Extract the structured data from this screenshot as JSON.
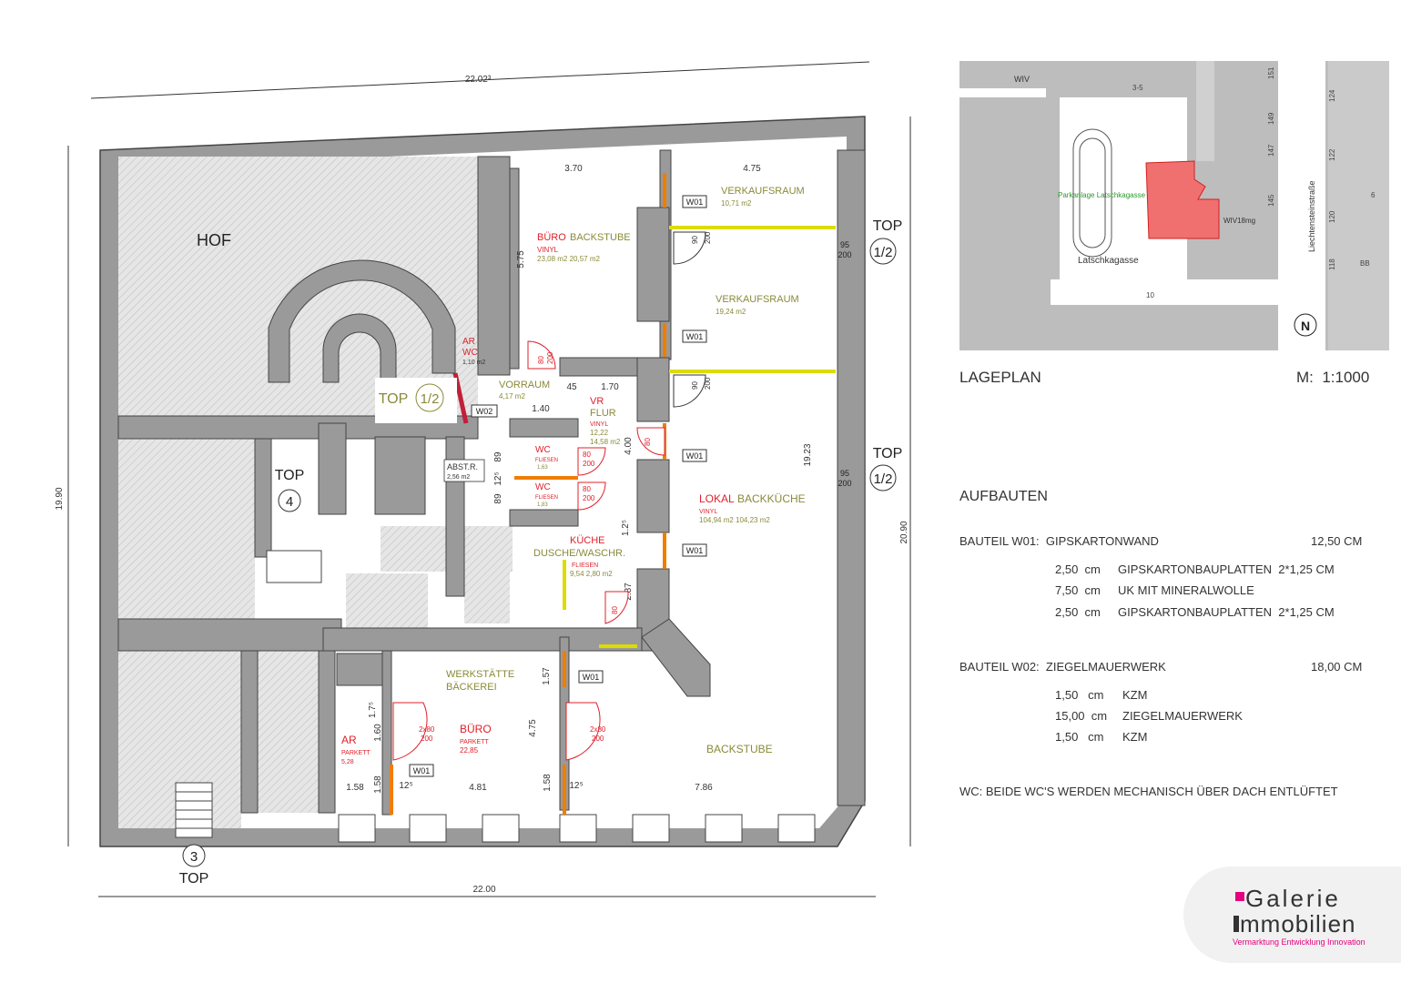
{
  "plan": {
    "dims": {
      "top": "22.02³",
      "bottom": "22.00",
      "left": "19.90",
      "right": "20.90",
      "right_inner": "19.23",
      "d370": "3.70",
      "d475": "4.75",
      "d575": "5.75",
      "d170": "1.70",
      "d140": "1.40",
      "d45": "45",
      "d400": "4.00",
      "d89a": "89",
      "d89b": "89",
      "d125a": "12⁵",
      "d125b": "1.2⁵",
      "d287": "2.87",
      "d157": "1.57",
      "d475b": "4.75",
      "d175": "1.7⁵",
      "d160": "1.60",
      "d158a": "1.58",
      "d158b": "1.58",
      "d158c": "1.58",
      "d125c": "12⁵",
      "d481": "4.81",
      "d125d": "12⁵",
      "d786": "7.86"
    },
    "hof": "HOF",
    "top12_a": {
      "label": "TOP",
      "num": "1/2",
      "door_top": "95",
      "door_bot": "200"
    },
    "top12_b": {
      "label": "TOP",
      "num": "1/2",
      "door_top": "95",
      "door_bot": "200"
    },
    "top12_c": {
      "label": "TOP",
      "num": "1/2"
    },
    "top4": {
      "label": "TOP",
      "num": "4"
    },
    "top3": {
      "label": "TOP",
      "num": "3"
    },
    "rooms": {
      "verkaufsraum1": {
        "name": "VERKAUFSRAUM",
        "area": "10,71 m2"
      },
      "verkaufsraum2": {
        "name": "VERKAUFSRAUM",
        "area": "19,24 m2"
      },
      "buero": {
        "name_red": "BÜRO",
        "name": "BACKSTUBE",
        "floor": "VINYL",
        "area": "23,08 m2 20,57 m2"
      },
      "ar_wc": {
        "name1": "AR",
        "name2": "WC",
        "area": "1,10 m2"
      },
      "vorraum": {
        "name": "VORRAUM",
        "area": "4,17 m2"
      },
      "vr_flur": {
        "name1": "VR",
        "name2": "FLUR",
        "floor": "VINYL",
        "area1": "12,22",
        "area2": "14,58 m2"
      },
      "wc1": {
        "name": "WC",
        "floor": "FLIESEN",
        "area": "1,63"
      },
      "wc2": {
        "name": "WC",
        "floor": "FLIESEN",
        "area": "1,83"
      },
      "abstr": {
        "name": "ABST.R.",
        "area": "2,56 m2"
      },
      "lokal": {
        "name_red": "LOKAL",
        "name": "BACKKÜCHE",
        "floor": "VINYL",
        "area": "104,94 m2 104,23 m2"
      },
      "kueche": {
        "name_red": "KÜCHE",
        "name": "DUSCHE/WASCHR.",
        "floor": "FLIESEN",
        "area": "9,54 2,80 m2"
      },
      "werkstaette": {
        "name1": "WERKSTÄTTE",
        "name2": "BÄCKEREI"
      },
      "buero2": {
        "name": "BÜRO",
        "floor": "PARKETT",
        "area": "22,85"
      },
      "ar2": {
        "name": "AR",
        "floor": "PARKETT",
        "area": "5,28"
      },
      "backstube": {
        "name": "BACKSTUBE"
      }
    },
    "tags": {
      "w01": "W01",
      "w02": "W02"
    },
    "doors": {
      "d90": "90",
      "d200": "200",
      "d80": "80",
      "d2x80": "2x80"
    }
  },
  "siteplan": {
    "street1": "Latschkagasse",
    "street2": "Liechtensteinstraße",
    "park": "Parkanlage Latschkagasse",
    "wiv_top": "WIV",
    "wiv_label": "WIV18mg",
    "nums": [
      "3-5",
      "151",
      "149",
      "147",
      "145",
      "10",
      "124",
      "122",
      "120",
      "118",
      "BB",
      "6"
    ],
    "north": "N"
  },
  "lageplan": {
    "label": "LAGEPLAN",
    "scale_label": "M:",
    "scale": "1:1000"
  },
  "aufbauten": {
    "title": "AUFBAUTEN",
    "w01": {
      "head": "BAUTEIL W01:",
      "name": "GIPSKARTONWAND",
      "total": "12,50 CM",
      "layers": [
        {
          "t": "2,50",
          "u": "cm",
          "m": "GIPSKARTONBAUPLATTEN",
          "x": "2*1,25 CM"
        },
        {
          "t": "7,50",
          "u": "cm",
          "m": "UK MIT MINERALWOLLE",
          "x": ""
        },
        {
          "t": "2,50",
          "u": "cm",
          "m": "GIPSKARTONBAUPLATTEN",
          "x": "2*1,25 CM"
        }
      ]
    },
    "w02": {
      "head": "BAUTEIL W02:",
      "name": "ZIEGELMAUERWERK",
      "total": "18,00 CM",
      "layers": [
        {
          "t": "1,50",
          "u": "cm",
          "m": "KZM"
        },
        {
          "t": "15,00",
          "u": "cm",
          "m": "ZIEGELMAUERWERK"
        },
        {
          "t": "1,50",
          "u": "cm",
          "m": "KZM"
        }
      ]
    },
    "wc_note": "WC:  BEIDE WC'S WERDEN MECHANISCH ÜBER DACH ENTLÜFTET"
  },
  "logo": {
    "line1": "Galerie",
    "line2": "mmobilien",
    "tagline": "Vermarktung Entwicklung Innovation"
  }
}
